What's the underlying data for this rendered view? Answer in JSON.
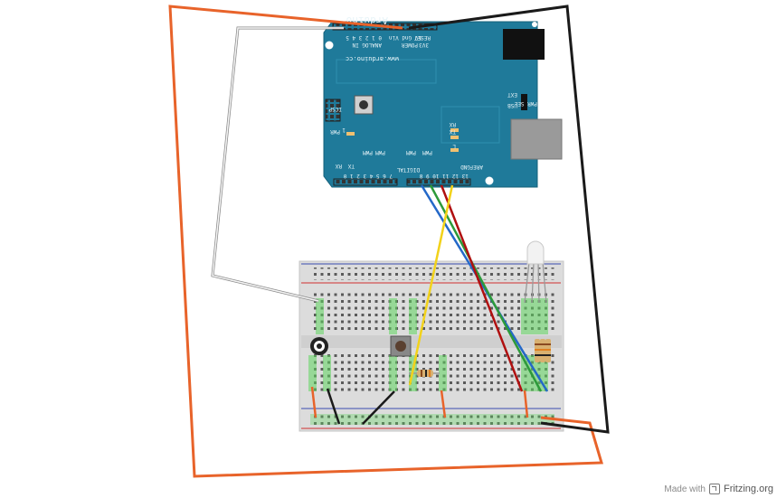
{
  "arduino": {
    "reset": "RESET",
    "v33": "3V3",
    "power_pins": "5V Gnd Vin",
    "power": "POWER",
    "analog_pins": "0 1 2 3 4 5",
    "analog_in": "ANALOG IN",
    "url": "www.arduino.cc",
    "logo": "Arduino",
    "icsp": "ICSP",
    "pwr": "PWR",
    "tx": "TX",
    "rx": "RX",
    "l": "L",
    "pwr_sel": "PWR SEL",
    "usb": "USB",
    "ext": "EXT",
    "aref": "AREF",
    "gnd": "GND",
    "digital": "DIGITAL",
    "pwm": "PWM",
    "txd": "TX",
    "rxd": "RX",
    "digital_high": "13 12 11 10 9 8",
    "digital_low": "7 6 5 4 3 2 1 0",
    "one": "1"
  },
  "watermark": {
    "made_with": "Made with",
    "brand": "Fritzing.org"
  },
  "colors": {
    "board": "#1f7a9a",
    "wire_orange": "#e8632a",
    "wire_black": "#1a1a1a",
    "wire_blue": "#2468c8",
    "wire_green": "#2d9a3a",
    "wire_red": "#b01010",
    "wire_yellow": "#f2d21a",
    "wire_white": "#f4f4f4"
  }
}
